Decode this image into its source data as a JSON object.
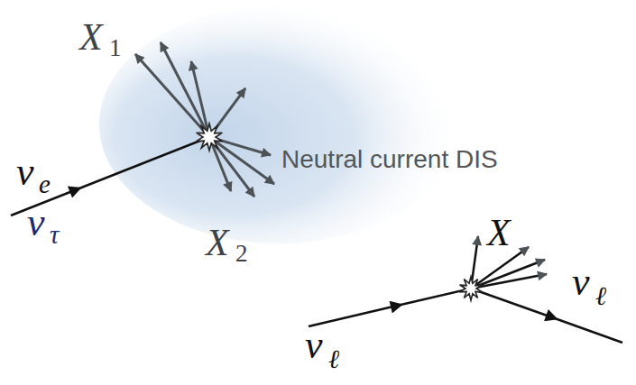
{
  "diagram": {
    "labels": [
      "X",
      "1",
      "ν",
      "e",
      "ν",
      "τ",
      "X",
      "2",
      "Neutral current DIS",
      "X",
      "ν",
      "ℓ",
      "ν",
      "ℓ"
    ]
  }
}
